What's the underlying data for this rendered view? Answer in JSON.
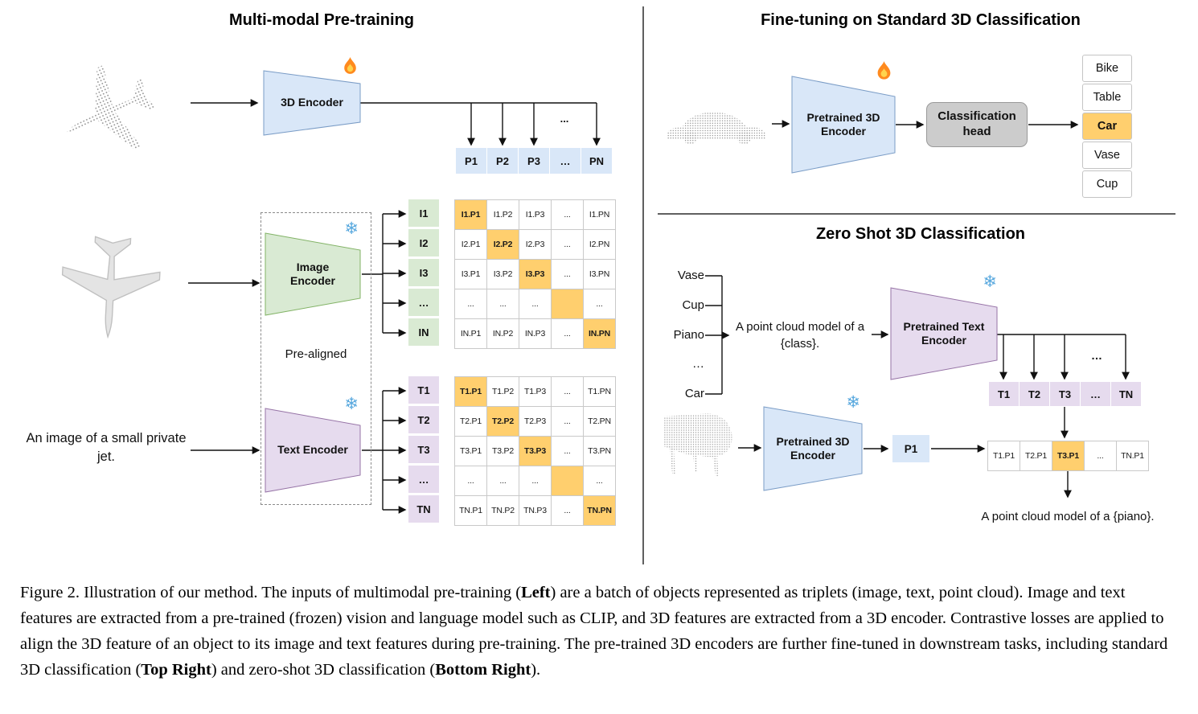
{
  "colors": {
    "blue_cell": "#D9E7F8",
    "blue_border": "#7A9CC6",
    "green_cell": "#D9EAD3",
    "green_border": "#82B366",
    "purple_cell": "#E6DBEE",
    "purple_border": "#9673A6",
    "highlight": "#FFCF6E",
    "head_bg": "#CCCCCC",
    "head_border": "#999999",
    "grid_line": "#C9C9C9",
    "wire": "#111111",
    "snowflake_blue": "#58A8DE"
  },
  "icons": {
    "fire": "🔥",
    "snowflake": "❄"
  },
  "left": {
    "title": "Multi-modal Pre-training",
    "encoder3d": "3D Encoder",
    "image_encoder": "Image Encoder",
    "text_encoder": "Text Encoder",
    "pre_aligned": "Pre-aligned",
    "caption_input": "An image of a small private jet.",
    "p_dots": "...",
    "p_row": [
      "P1",
      "P2",
      "P3",
      "…",
      "PN"
    ],
    "i_col": [
      "I1",
      "I2",
      "I3",
      "…",
      "IN"
    ],
    "t_col": [
      "T1",
      "T2",
      "T3",
      "…",
      "TN"
    ],
    "i_matrix": [
      [
        "I1.P1",
        "I1.P2",
        "I1.P3",
        "...",
        "I1.PN"
      ],
      [
        "I2.P1",
        "I2.P2",
        "I2.P3",
        "...",
        "I2.PN"
      ],
      [
        "I3.P1",
        "I3.P2",
        "I3.P3",
        "...",
        "I3.PN"
      ],
      [
        "...",
        "...",
        "...",
        "",
        "..."
      ],
      [
        "IN.P1",
        "IN.P2",
        "IN.P3",
        "...",
        "IN.PN"
      ]
    ],
    "t_matrix": [
      [
        "T1.P1",
        "T1.P2",
        "T1.P3",
        "...",
        "T1.PN"
      ],
      [
        "T2.P1",
        "T2.P2",
        "T2.P3",
        "...",
        "T2.PN"
      ],
      [
        "T3.P1",
        "T3.P2",
        "T3.P3",
        "...",
        "T3.PN"
      ],
      [
        "...",
        "...",
        "...",
        "",
        "..."
      ],
      [
        "TN.P1",
        "TN.P2",
        "TN.P3",
        "...",
        "TN.PN"
      ]
    ]
  },
  "finetune": {
    "title": "Fine-tuning on Standard 3D Classification",
    "encoder": "Pretrained 3D Encoder",
    "head": "Classification head",
    "classes": [
      "Bike",
      "Table",
      "Car",
      "Vase",
      "Cup"
    ],
    "predicted": "Car"
  },
  "zeroshot": {
    "title": "Zero Shot 3D Classification",
    "classes": [
      "Vase",
      "Cup",
      "Piano",
      "…",
      "Car"
    ],
    "prompt": "A point cloud model of a {class}.",
    "text_encoder": "Pretrained Text Encoder",
    "encoder3d": "Pretrained 3D Encoder",
    "t_row": [
      "T1",
      "T2",
      "T3",
      "…",
      "TN"
    ],
    "t_dots": "…",
    "p1": "P1",
    "result_row": [
      "T1.P1",
      "T2.P1",
      "T3.P1",
      "...",
      "TN.P1"
    ],
    "result_text": "A point cloud model of a {piano}."
  },
  "caption": {
    "p1": "Figure 2. Illustration of our method. The inputs of multimodal pre-training (",
    "b1": "Left",
    "p2": ") are a batch of objects represented as triplets (image, text, point cloud). Image and text features are extracted from a pre-trained (frozen) vision and language model such as CLIP, and 3D features are extracted from a 3D encoder. Contrastive losses are applied to align the 3D feature of an object to its image and text features during pre-training. The pre-trained 3D encoders are further fine-tuned in downstream tasks, including standard 3D classification (",
    "b2": "Top Right",
    "p3": ") and zero-shot 3D classification (",
    "b3": "Bottom Right",
    "p4": ")."
  }
}
